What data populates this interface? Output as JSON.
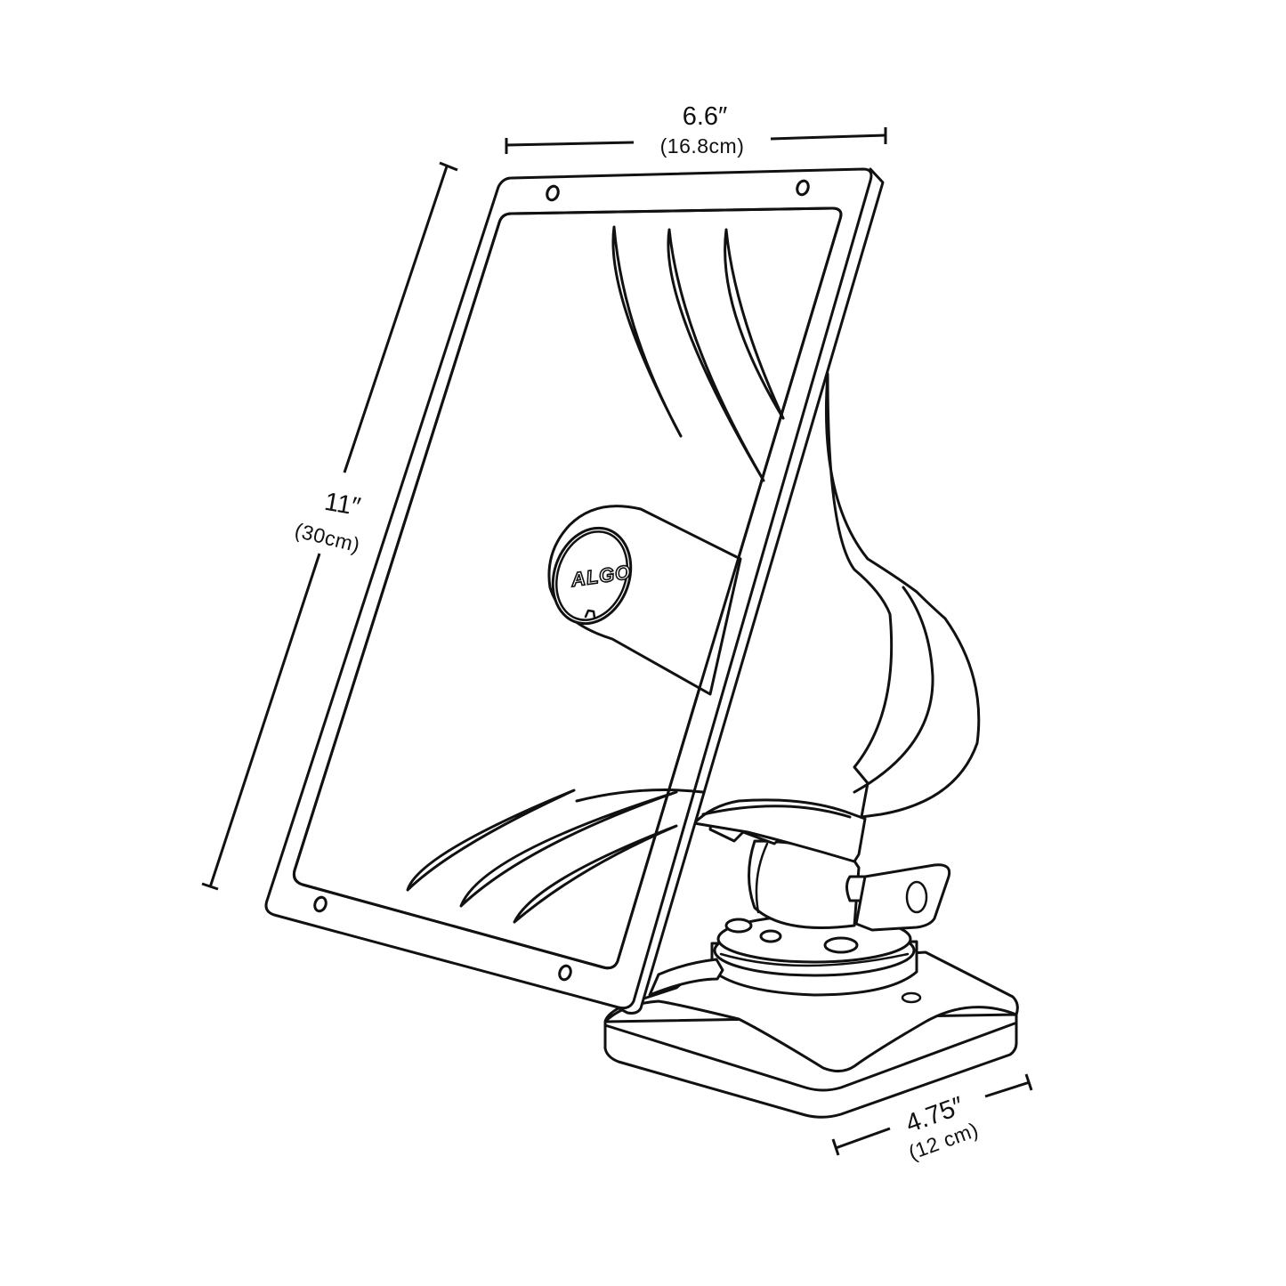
{
  "diagram": {
    "subject": "Horn speaker on swivel mount base",
    "brand_logo": "ALGO",
    "line_color": "#111111",
    "background_color": "#ffffff",
    "dimensions": {
      "width": {
        "imperial": "6.6″",
        "metric": "(16.8cm)"
      },
      "height": {
        "imperial": "11″",
        "metric": "(30cm)"
      },
      "base_depth": {
        "imperial": "4.75″",
        "metric": "(12 cm)"
      }
    }
  }
}
